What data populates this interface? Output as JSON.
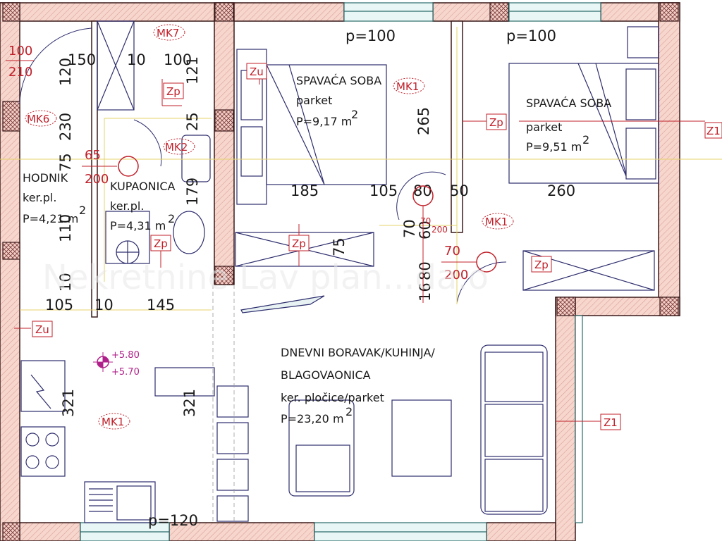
{
  "rooms": {
    "hodnik": {
      "name": "HODNIK",
      "floor": "ker.pl.",
      "area": "P=4,21 m"
    },
    "kupaonica": {
      "name": "KUPAONICA",
      "floor": "ker.pl.",
      "area": "P=4,31 m"
    },
    "spavaca1": {
      "name": "SPAVAĆA SOBA",
      "floor": "parket",
      "area": "P=9,17 m"
    },
    "spavaca2": {
      "name": "SPAVAĆA SOBA",
      "floor": "parket",
      "area": "P=9,51 m"
    },
    "dnevni": {
      "name1": "DNEVNI BORAVAK/KUHINJA/",
      "name2": "BLAGOVAONICA",
      "floor": "ker. pločice/parket",
      "area": "P=23,20 m"
    },
    "sup": "2"
  },
  "dims": {
    "d150": "150",
    "d10a": "10",
    "d100a": "100",
    "d120": "120",
    "d230": "230",
    "d75a": "75",
    "d110": "110",
    "d10b": "10",
    "d105a": "105",
    "d10c": "10",
    "d145": "145",
    "d25": "25",
    "d179": "179",
    "d121": "121",
    "d185": "185",
    "d105b": "105",
    "d80a": "80",
    "d50": "50",
    "d260": "260",
    "d265": "265",
    "d75b": "75",
    "d321a": "321",
    "d321b": "321",
    "d70": "70",
    "d60": "60",
    "d16": "16",
    "d80b": "80"
  },
  "openings": {
    "door_hodnik": {
      "w": "100",
      "h": "210"
    },
    "door_kup": {
      "w": "65",
      "h": "200"
    },
    "door_bed2": {
      "w": "70",
      "h": "200"
    },
    "door_small": {
      "w": "70",
      "h": "200"
    },
    "p1": "p=100",
    "p2": "p=100",
    "p3": "p=120"
  },
  "tags": {
    "mk7": "MK7",
    "mk6": "MK6",
    "mk2": "MK2",
    "mk1a": "MK1",
    "mk1b": "MK1",
    "mk1c": "MK1",
    "zp1": "Zp",
    "zp2": "Zp",
    "zp3": "Zp",
    "zp4": "Zp",
    "zp5": "Zp",
    "zu1": "Zu",
    "zu2": "Zu",
    "z1a": "Z1",
    "z1b": "Z1"
  },
  "levels": {
    "upper": "+5.80",
    "lower": "+5.70"
  },
  "watermark": "Nekretnine Lav plan...da.o",
  "colors": {
    "wall_fill": "#f4cfc6",
    "wall_line": "#3a1a1a",
    "tag": "#c0202a",
    "furniture": "#2d2d6e",
    "aux": "#e6d36a"
  }
}
